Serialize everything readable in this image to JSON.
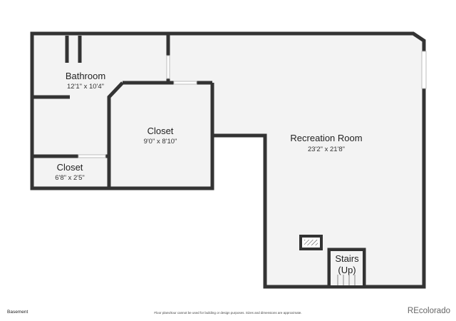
{
  "floor_label": "Basement",
  "disclaimer": "Floor plans/tour cannot be used for building or design purposes. Sizes and dimensions are approximate.",
  "brand": "REcolorado",
  "rooms": {
    "bathroom": {
      "name": "Bathroom",
      "dims": "12'1\" x 10'4\""
    },
    "closet_center": {
      "name": "Closet",
      "dims": "9'0\" x 8'10\""
    },
    "closet_small": {
      "name": "Closet",
      "dims": "6'8\" x 2'5\""
    },
    "recreation": {
      "name": "Recreation Room",
      "dims": "23'2\" x 21'8\""
    },
    "stairs": {
      "name_line1": "Stairs",
      "name_line2": "(Up)"
    }
  },
  "colors": {
    "wall": "#333333",
    "floor": "#f3f3f3",
    "background": "#ffffff"
  }
}
